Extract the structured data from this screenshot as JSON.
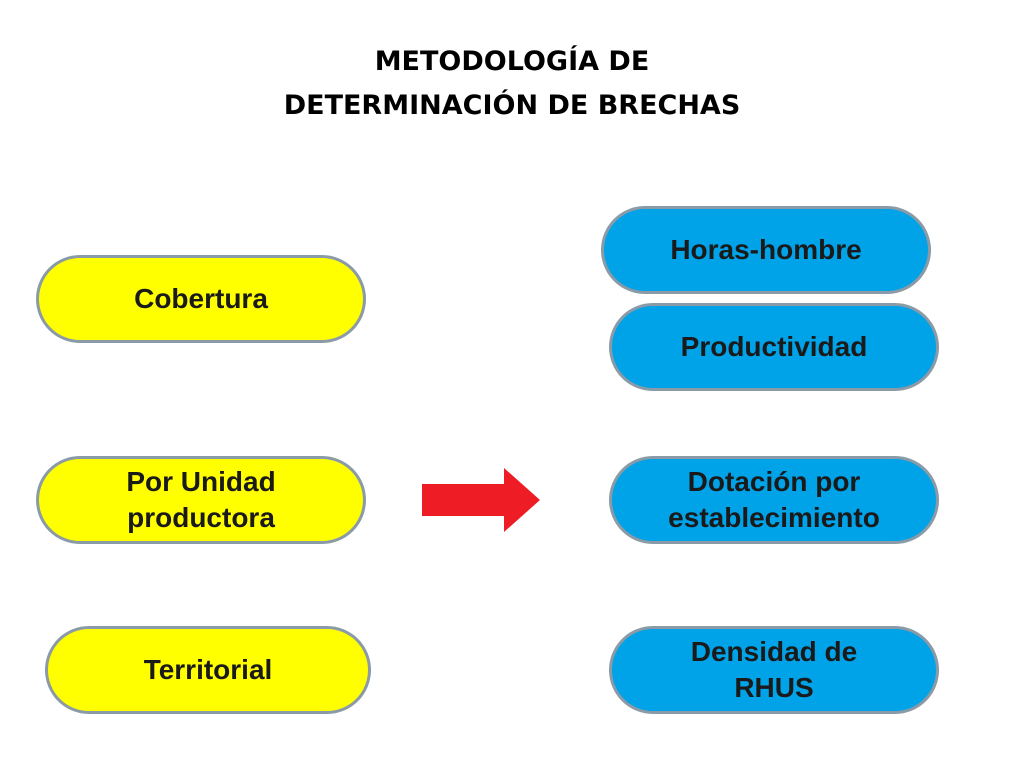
{
  "title": {
    "line1": "METODOLOGÍA DE",
    "line2": "DETERMINACIÓN DE BRECHAS"
  },
  "left": {
    "cobertura": "Cobertura",
    "unidad_line1": "Por Unidad",
    "unidad_line2": "productora",
    "territorial": "Territorial"
  },
  "right": {
    "horas": "Horas-hombre",
    "productividad": "Productividad",
    "dotacion_line1": "Dotación por",
    "dotacion_line2": "establecimiento",
    "densidad_line1": "Densidad de",
    "densidad_line2": "RHUS"
  },
  "colors": {
    "left_fill": "#ffff00",
    "right_fill": "#00a2e8",
    "arrow": "#ee1c24",
    "outline": "#8a9aa6"
  },
  "icons": {
    "arrow": "right-arrow-icon"
  }
}
